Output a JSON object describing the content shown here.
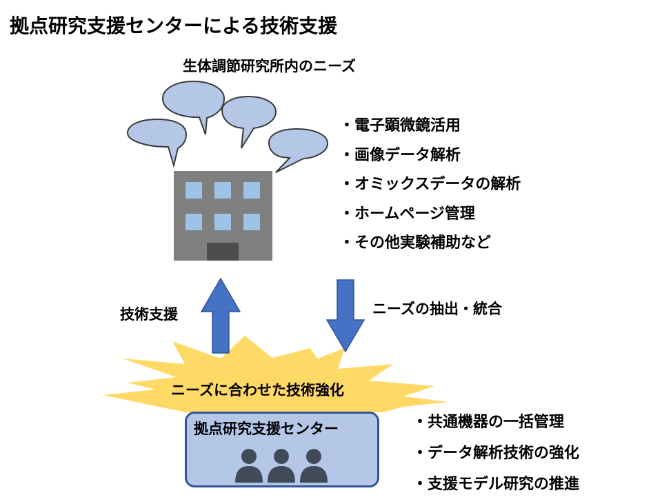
{
  "title": "拠点研究支援センターによる技術支援",
  "needs_heading": "生体調節研究所内のニーズ",
  "needs_items": [
    "・電子顕微鏡活用",
    "・画像データ解析",
    "・オミックスデータの解析",
    "・ホームページ管理",
    "・その他実験補助など"
  ],
  "arrow_up_label": "技術支援",
  "arrow_down_label": "ニーズの抽出・統合",
  "burst_label": "ニーズに合わせた技術強化",
  "center_name": "拠点研究支援センター",
  "center_items": [
    "・共通機器の一括管理",
    "・データ解析技術の強化",
    "・支援モデル研究の推進"
  ],
  "colors": {
    "bubble_fill": "#b4c7e7",
    "bubble_stroke": "#3a3a3a",
    "building": "#7f7f7f",
    "window": "#9dc3e6",
    "arrow": "#4472c4",
    "burst": "#ffd966",
    "center_fill": "#b4c7e7",
    "center_border": "#2f5597",
    "person": "#404a59"
  },
  "icons": [
    "speech-bubble-icon",
    "building-icon",
    "person-icon",
    "arrow-up",
    "arrow-down",
    "explosion-burst"
  ]
}
